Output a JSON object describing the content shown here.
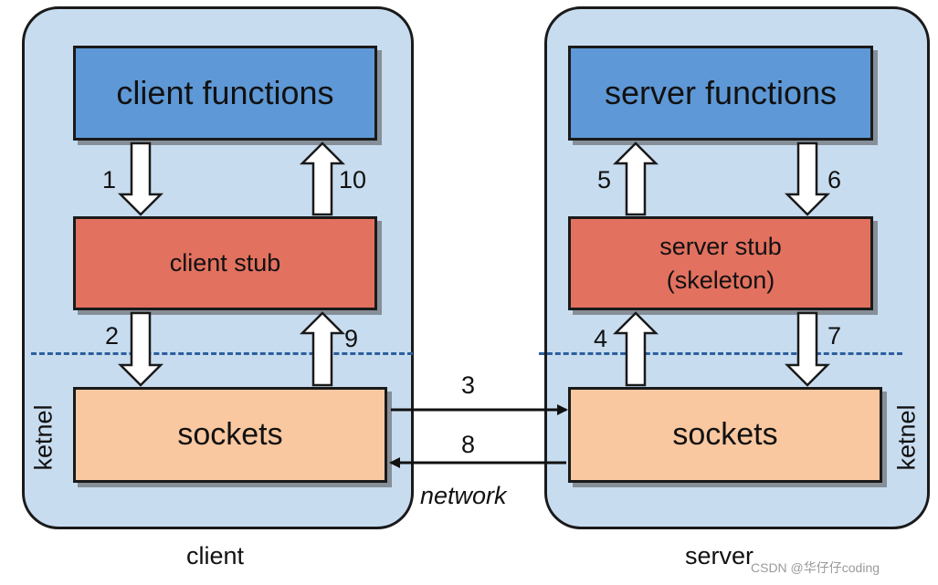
{
  "client_panel": {
    "functions_label": "client functions",
    "stub_label": "client stub",
    "sockets_label": "sockets",
    "side_label": "ketnel",
    "caption": "client"
  },
  "server_panel": {
    "functions_label": "server functions",
    "stub_label": "server stub\n(skeleton)",
    "sockets_label": "sockets",
    "side_label": "ketnel",
    "caption": "server"
  },
  "steps": {
    "s1": "1",
    "s2": "2",
    "s3": "3",
    "s4": "4",
    "s5": "5",
    "s6": "6",
    "s7": "7",
    "s8": "8",
    "s9": "9",
    "s10": "10"
  },
  "network_label": "network",
  "watermark": "CSDN @华仔仔coding",
  "colors": {
    "panel_bg": "#c8dcef",
    "functions_box": "#5e98d6",
    "stub_box": "#e2715f",
    "sockets_box": "#f9c8a0",
    "dashed_line": "#2c5f9e"
  }
}
